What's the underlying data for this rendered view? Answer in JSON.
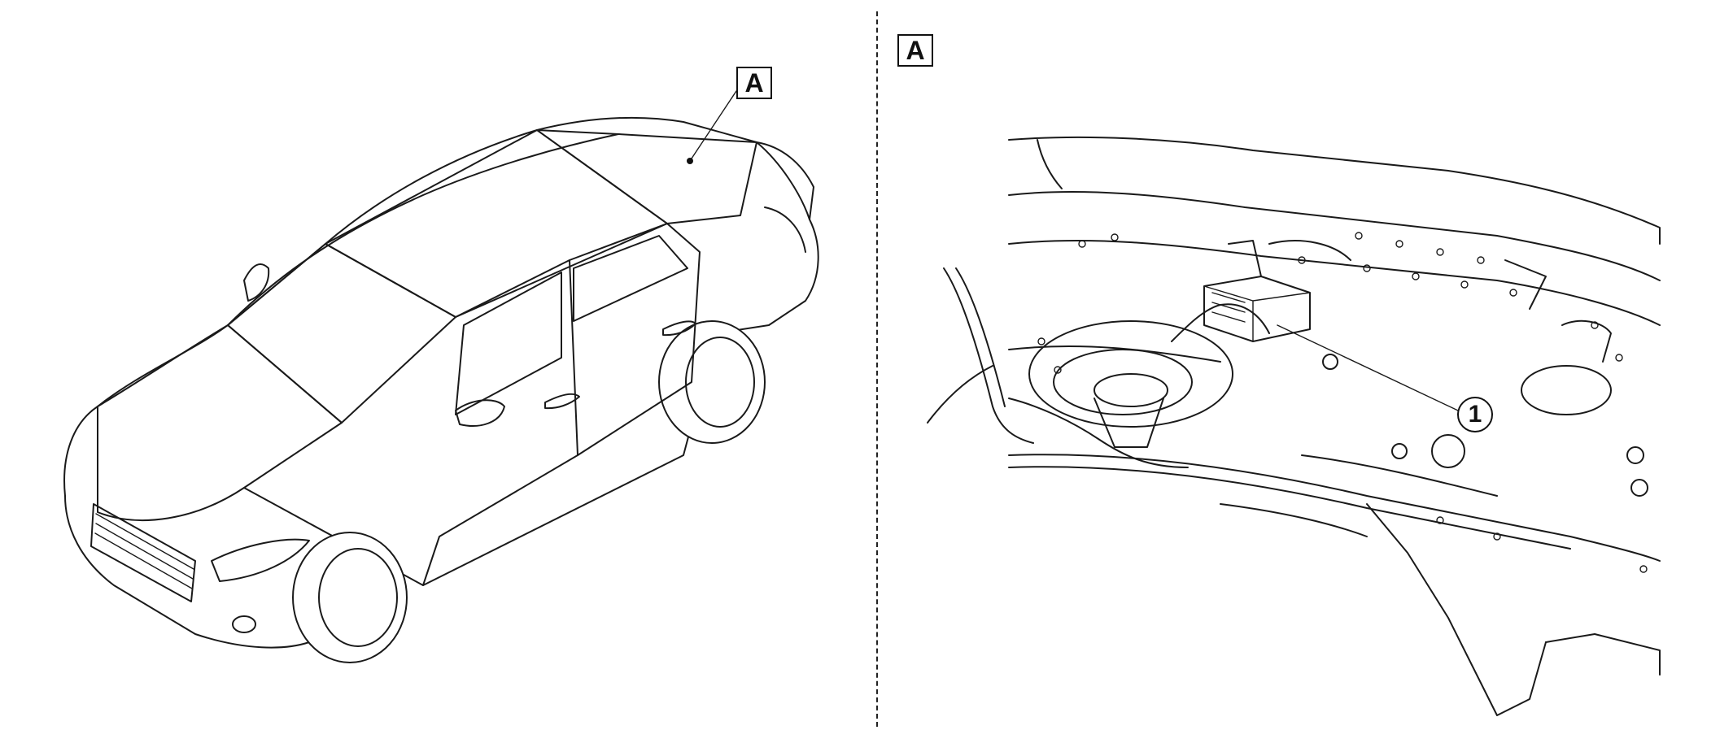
{
  "diagram": {
    "overview_label": "A",
    "detail_label": "A",
    "callout_number": "1"
  }
}
